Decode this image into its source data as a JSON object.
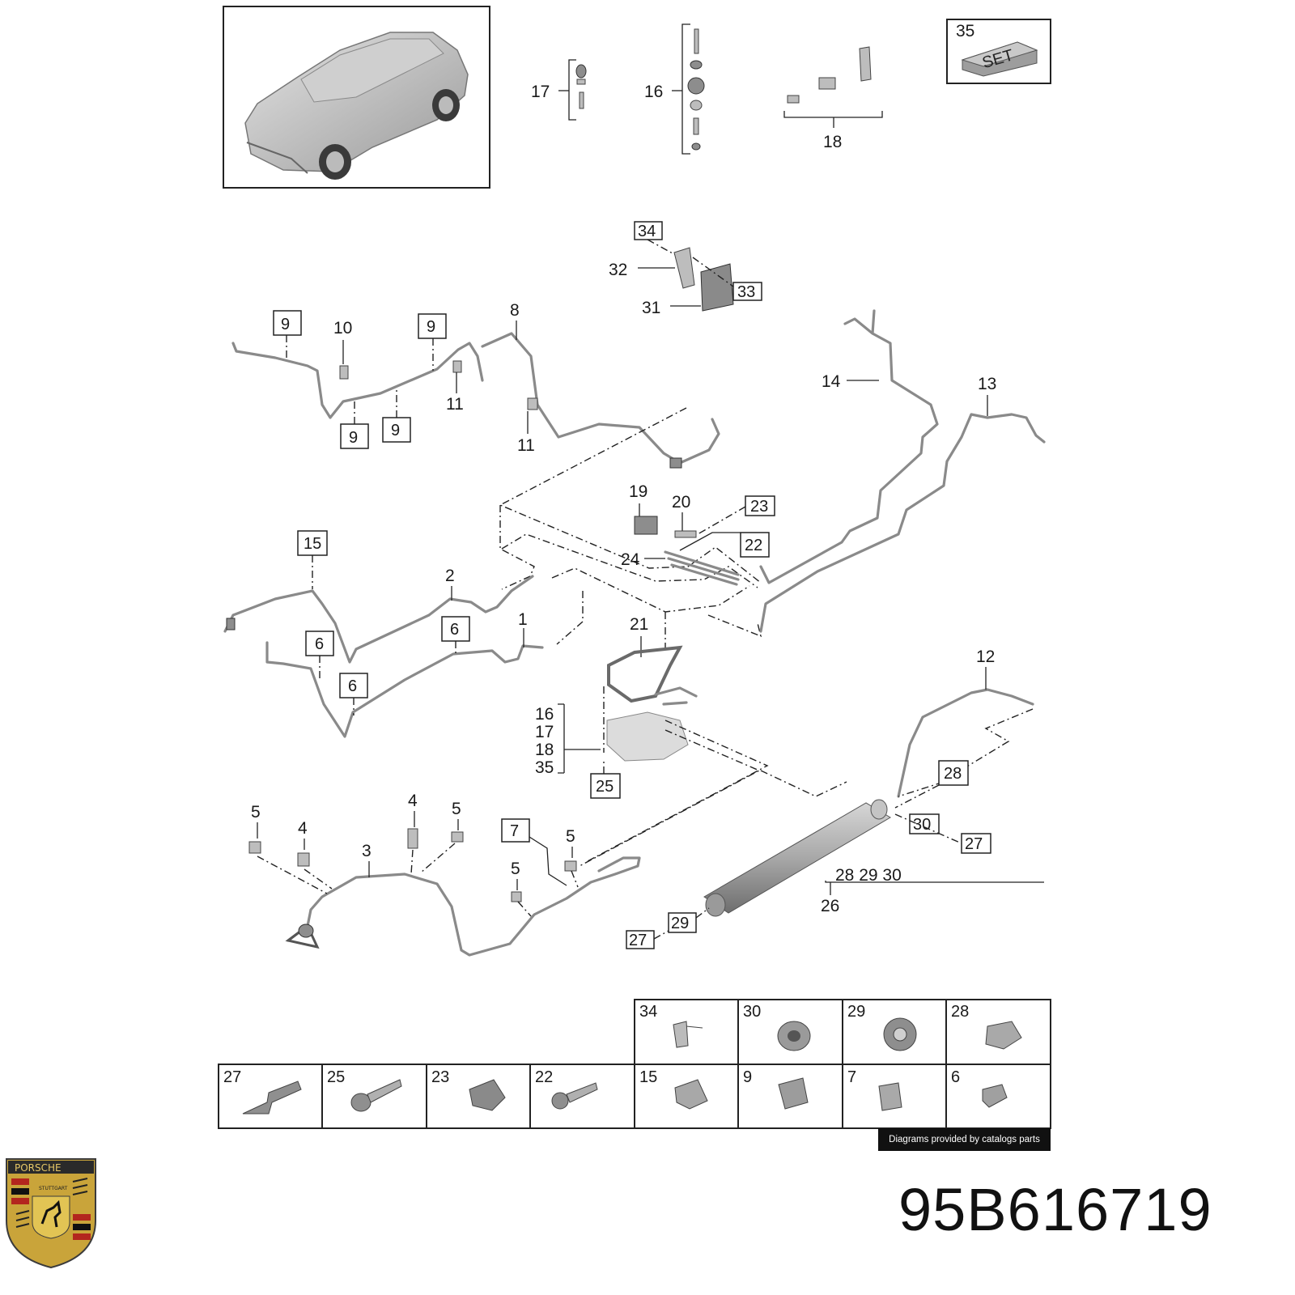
{
  "part_number": "95B616719",
  "credit": "Diagrams provided by catalogs parts",
  "logo": {
    "name": "porsche-crest",
    "text": "PORSCHE",
    "city": "STUTTGART"
  },
  "set_box": {
    "number": "35",
    "text": "SET"
  },
  "callouts": {
    "c1": "1",
    "c2": "2",
    "c3": "3",
    "c4a": "4",
    "c4b": "4",
    "c5a": "5",
    "c5b": "5",
    "c5c": "5",
    "c5d": "5",
    "c8": "8",
    "c10": "10",
    "c11a": "11",
    "c11b": "11",
    "c12": "12",
    "c13": "13",
    "c14": "14",
    "c16top": "16",
    "c17top": "17",
    "c18top": "18",
    "c19": "19",
    "c20": "20",
    "c21": "21",
    "c24": "24",
    "c26": "26",
    "c26sub": "28 29 30",
    "c31": "31",
    "c32": "32",
    "stack16": "16",
    "stack17": "17",
    "stack18": "18",
    "stack35": "35"
  },
  "boxed_callouts": {
    "b9a": "9",
    "b9b": "9",
    "b9c": "9",
    "b9d": "9",
    "b15": "15",
    "b6a": "6",
    "b6b": "6",
    "b6c": "6",
    "b7": "7",
    "b22": "22",
    "b23": "23",
    "b25": "25",
    "b27a": "27",
    "b27b": "27",
    "b28": "28",
    "b29": "29",
    "b30": "30",
    "b33": "33",
    "b34": "34"
  },
  "legend_table": {
    "top_row": [
      "34",
      "30",
      "29",
      "28"
    ],
    "bottom_row": [
      "27",
      "25",
      "23",
      "22",
      "15",
      "9",
      "7",
      "6"
    ]
  }
}
